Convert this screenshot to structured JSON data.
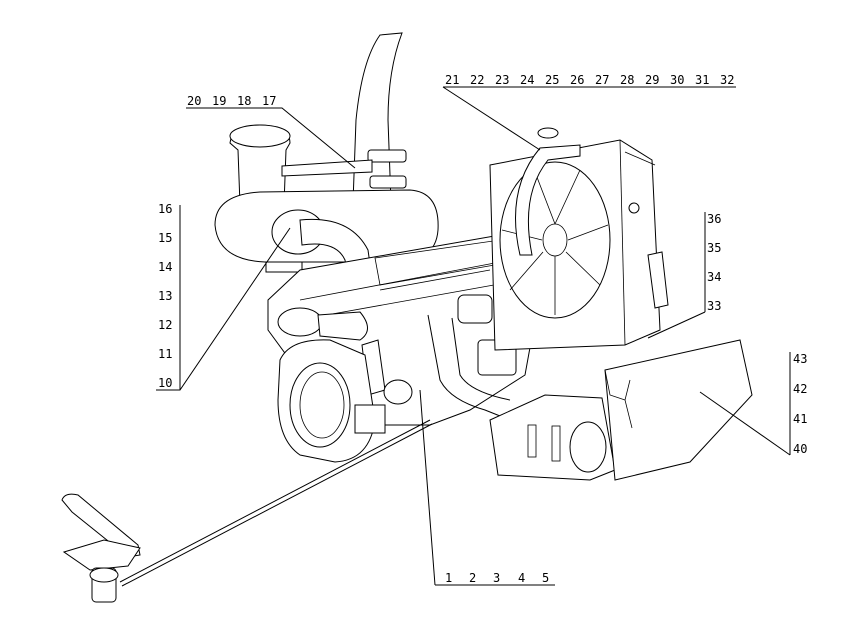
{
  "callouts": {
    "top_left": [
      "20",
      "19",
      "18",
      "17"
    ],
    "top_right": [
      "21",
      "22",
      "23",
      "24",
      "25",
      "26",
      "27",
      "28",
      "29",
      "30",
      "31",
      "32"
    ],
    "left_column": [
      "16",
      "15",
      "14",
      "13",
      "12",
      "11",
      "10"
    ],
    "right_column_upper": [
      "36",
      "35",
      "34",
      "33"
    ],
    "right_column_lower": [
      "43",
      "42",
      "41",
      "40"
    ],
    "bottom": [
      "1",
      "2",
      "3",
      "4",
      "5"
    ]
  }
}
